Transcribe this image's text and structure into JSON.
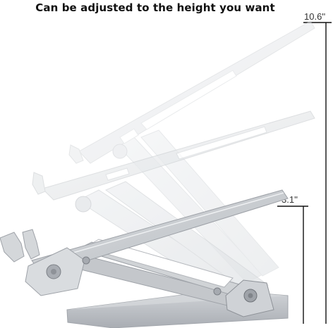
{
  "headline": "Can be adjusted to the height you want",
  "dimensions": {
    "max_height_label": "10.6''",
    "min_height_label": "3.1''"
  },
  "colors": {
    "background": "#ffffff",
    "aluminum": "#c9ccd0",
    "aluminum_dark": "#8e9298",
    "ghost_aluminum": "#e6e8ea",
    "dimension_line": "#111111"
  }
}
